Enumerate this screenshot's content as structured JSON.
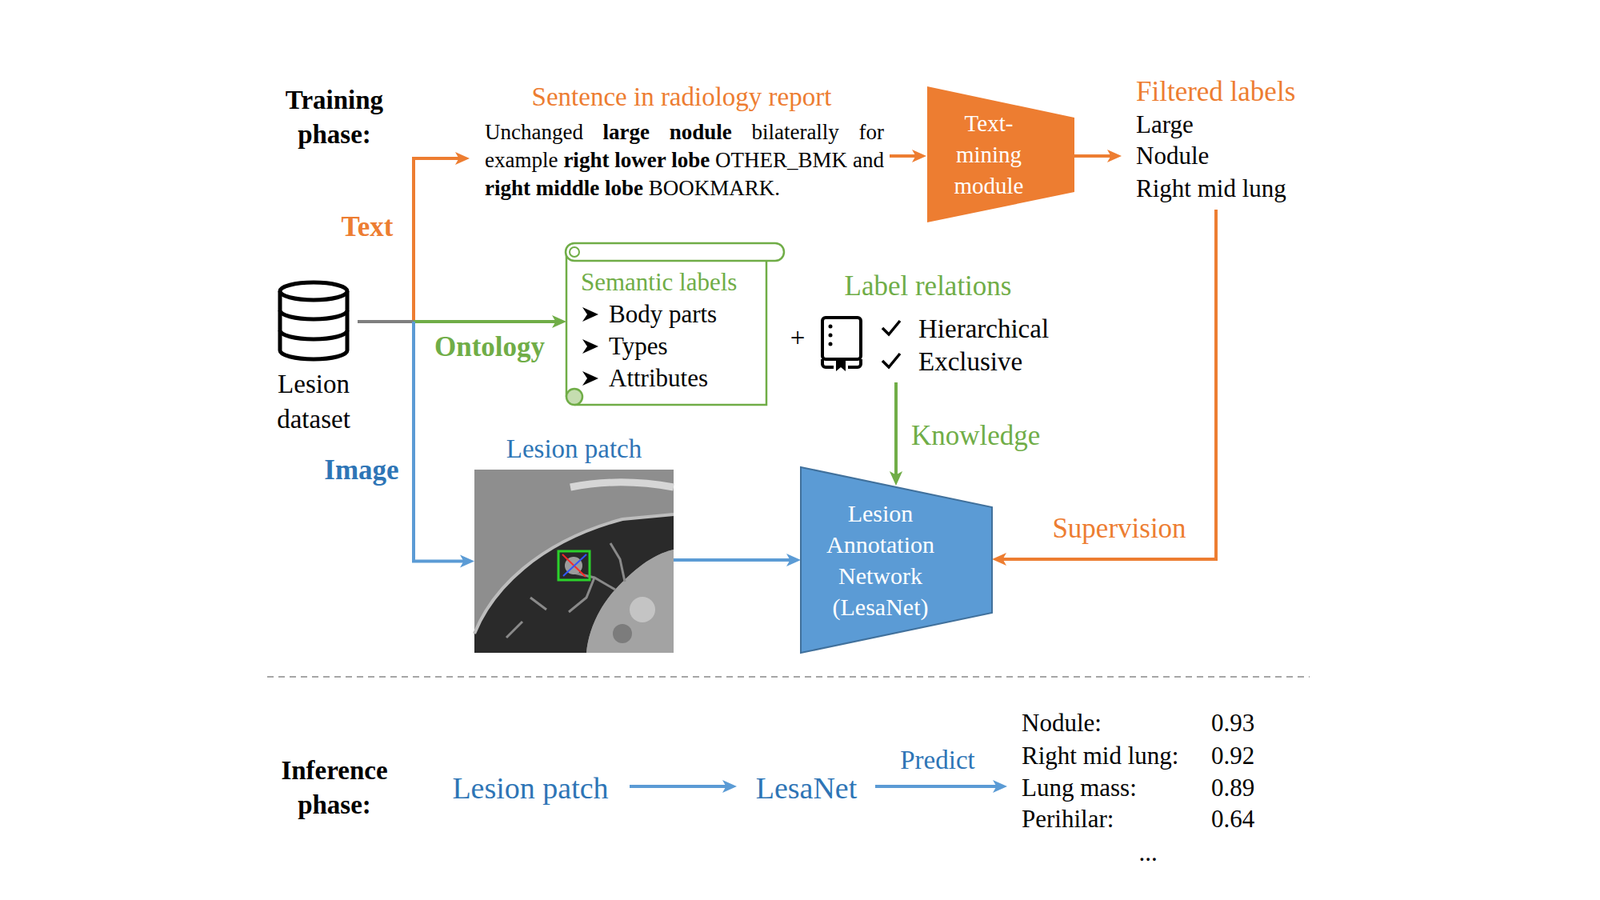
{
  "diagram": {
    "nodes": [
      {
        "text": [
          "Lesion dataset"
        ]
      },
      {
        "text": [
          "Text- mining module"
        ]
      },
      {
        "text": [
          "Semantic labels",
          "Body parts",
          "Types",
          "Attributes"
        ]
      },
      {
        "text": [
          "Lesion patch"
        ]
      },
      {
        "text": [
          "Lesion Annotation Network (LesaNet)"
        ]
      }
    ],
    "edges": [
      {
        "from": 0,
        "to": 2,
        "arrow": "to",
        "label": "Ontology"
      },
      {
        "from": 0,
        "to": 3,
        "arrow": "to",
        "label": "Image"
      },
      {
        "from": 3,
        "to": 4,
        "arrow": "to"
      }
    ],
    "labels": [
      "Training phase:",
      "Sentence in radiology report",
      "Unchanged",
      "large nodule",
      "bilaterally for example",
      "right lower lobe",
      "OTHER_BMK and",
      "right middle lobe",
      "BOOKMARK.",
      "Filtered labels",
      "Large",
      "Nodule",
      "Right mid lung",
      "Text",
      "+",
      "Label relations",
      "Hierarchical",
      "Exclusive",
      "Knowledge",
      "Supervision",
      "Inference phase:",
      "Lesion patch",
      "LesaNet",
      "Predict",
      "Nodule:",
      "0.93",
      "Right mid lung:",
      "0.92",
      "Lung mass:",
      "0.89",
      "Perihilar:",
      "0.64",
      "..."
    ]
  }
}
